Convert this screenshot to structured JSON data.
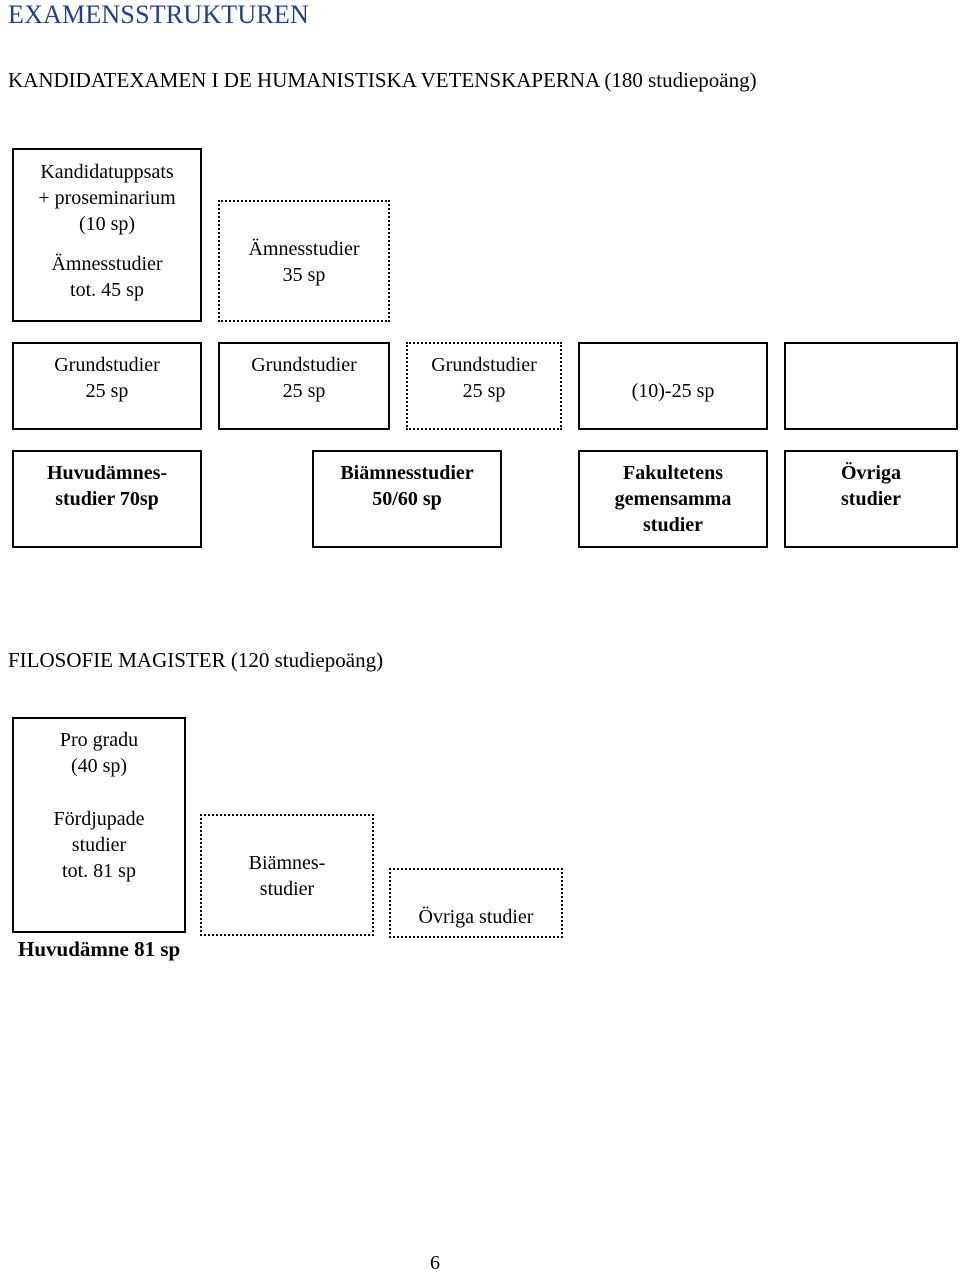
{
  "heading": "EXAMENSSTRUKTUREN",
  "bachelor": {
    "title": "KANDIDATEXAMEN I DE HUMANISTISKA VETENSKAPERNA (180 studiepoäng)",
    "thesis_box": [
      "Kandidatuppsats",
      "+ proseminarium",
      "(10 sp)",
      "Ämnesstudier",
      "tot. 45 sp"
    ],
    "subject_box": [
      "Ämnesstudier",
      "35 sp"
    ],
    "basic_1": [
      "Grundstudier",
      "25 sp"
    ],
    "basic_2": [
      "Grundstudier",
      "25 sp"
    ],
    "basic_3": [
      "Grundstudier",
      "25 sp"
    ],
    "faculty_sp": "(10)-25 sp",
    "main_subject": [
      "Huvudämnes-",
      "studier 70sp"
    ],
    "minor_subject": [
      "Biämnesstudier",
      "50/60 sp"
    ],
    "faculty_common": [
      "Fakultetens",
      "gemensamma",
      "studier"
    ],
    "other_studies": [
      "Övriga",
      "studier"
    ]
  },
  "master": {
    "title": "FILOSOFIE MAGISTER (120 studiepoäng)",
    "pro_gradu_box": [
      "Pro gradu",
      "(40 sp)",
      "Fördjupade",
      "studier",
      "tot. 81 sp"
    ],
    "main_subject_label": "Huvudämne  81 sp",
    "minor_box": [
      "Biämnes-",
      "studier"
    ],
    "other_box": "Övriga studier"
  },
  "page_number": "6"
}
